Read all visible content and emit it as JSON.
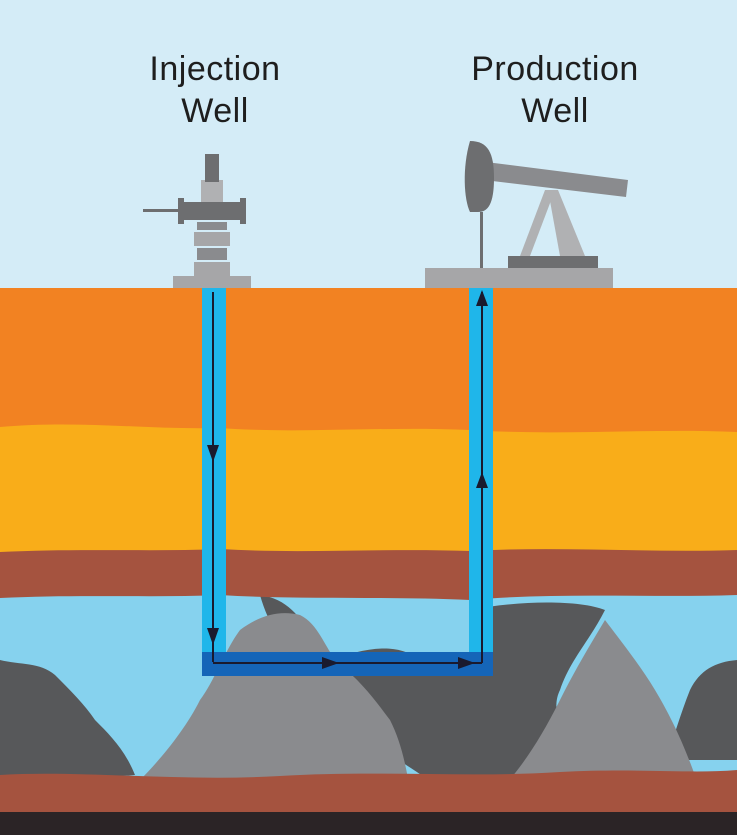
{
  "labels": {
    "injection": {
      "line1": "Injection",
      "line2": "Well"
    },
    "production": {
      "line1": "Production",
      "line2": "Well"
    }
  },
  "colors": {
    "sky": "#d4ecf7",
    "topsoil": "#f28222",
    "sand": "#f9ad19",
    "clay": "#a5533f",
    "water_cave": "#86d2ee",
    "rock_dark": "#57585a",
    "rock_light": "#8a8b8e",
    "bedrock": "#2b2426",
    "pipe": "#1fb6ea",
    "pipe_horizontal": "#1565b8",
    "equipment": "#a6a6a8",
    "equipment_dark": "#6d6e70",
    "arrow": "#1a1a2e"
  },
  "flow": {
    "injection_direction": "down",
    "horizontal_direction": "right",
    "production_direction": "up"
  }
}
